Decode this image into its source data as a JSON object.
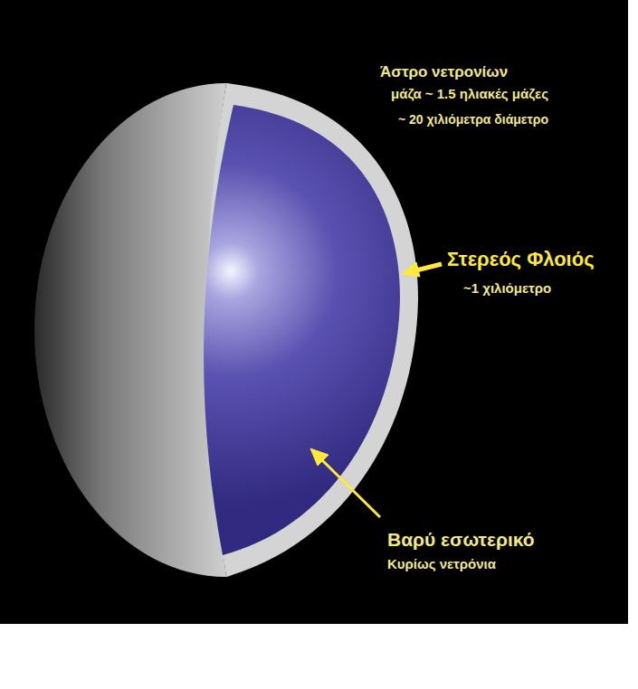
{
  "diagram": {
    "title": "Άστρο νετρονίων",
    "labels": [
      "μάζα ~ 1.5 ηλιακές μάζες",
      "~ 20 χιλιόμετρα διάμετρο",
      "Στερεός Φλοιός",
      "~1 χιλιόμετρο",
      "Βαρύ εσωτερικό",
      "Κυρίως νετρόνια"
    ]
  }
}
